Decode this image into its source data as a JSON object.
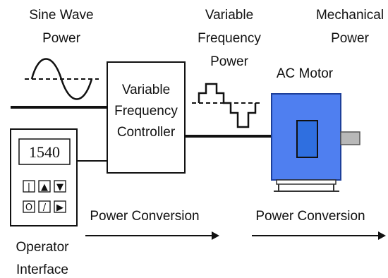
{
  "labels": {
    "sine_wave_power_line1": "Sine Wave",
    "sine_wave_power_line2": "Power",
    "variable_frequency_power_line1": "Variable",
    "variable_frequency_power_line2": "Frequency",
    "variable_frequency_power_line3": "Power",
    "mechanical_power_line1": "Mechanical",
    "mechanical_power_line2": "Power",
    "controller_line1": "Variable",
    "controller_line2": "Frequency",
    "controller_line3": "Controller",
    "ac_motor": "AC Motor",
    "operator_interface_line1": "Operator",
    "operator_interface_line2": "Interface",
    "power_conversion_left": "Power Conversion",
    "power_conversion_right": "Power Conversion"
  },
  "operator_panel": {
    "display_value": "1540",
    "buttons": [
      {
        "icon": "line-icon",
        "glyph": "|"
      },
      {
        "icon": "triangle-up-icon",
        "glyph": "▲"
      },
      {
        "icon": "triangle-down-icon",
        "glyph": "▼"
      },
      {
        "icon": "circle-icon",
        "glyph": "O"
      },
      {
        "icon": "slash-icon",
        "glyph": "/"
      },
      {
        "icon": "triangle-right-icon",
        "glyph": "▶"
      }
    ]
  },
  "colors": {
    "motor_body": "#4f7ff0",
    "motor_shaft_window": "#2f6fe0",
    "motor_shaft": "#b8b8b8",
    "ink": "#111111"
  }
}
